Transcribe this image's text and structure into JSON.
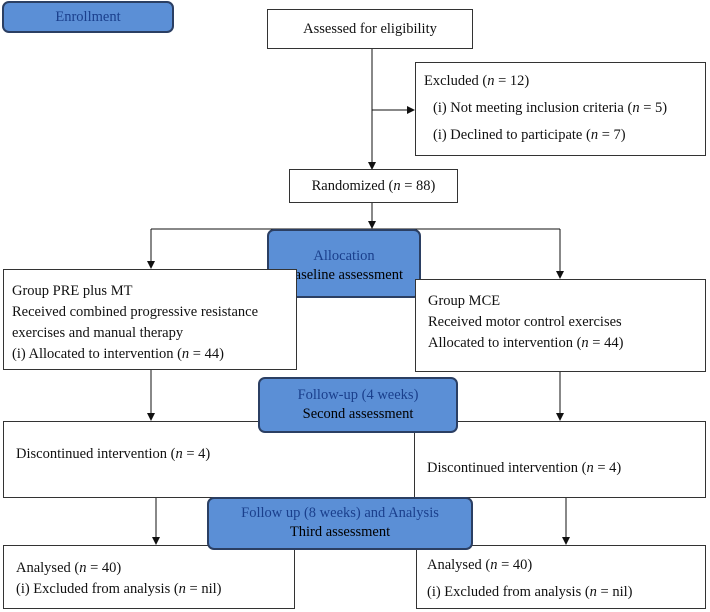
{
  "enrollment": {
    "label": "Enrollment"
  },
  "assessed": {
    "text": "Assessed for eligibility"
  },
  "excluded": {
    "title": "Excluded (",
    "title_n": "n",
    "title_tail": " = 12)",
    "items": [
      {
        "text": "(i) Not meeting inclusion criteria (",
        "n": "n",
        "tail": " = 5)"
      },
      {
        "text": "(i) Declined to participate (",
        "n": "n",
        "tail": " = 7)"
      }
    ]
  },
  "randomized": {
    "text": "Randomized (",
    "n": "n",
    "tail": " = 88)"
  },
  "allocation": {
    "title": "Allocation",
    "subtitle": "Baseline assessment"
  },
  "group_left": {
    "lines": [
      "Group PRE plus MT",
      "Received combined progressive resistance",
      "exercises and manual therapy"
    ],
    "alloc": "(i) Allocated to intervention (",
    "n": "n",
    "tail": " = 44)"
  },
  "group_right": {
    "lines": [
      "Group MCE",
      "Received motor control exercises"
    ],
    "alloc": "Allocated to intervention (",
    "n": "n",
    "tail": " = 44)"
  },
  "followup1": {
    "title": "Follow-up (4 weeks)",
    "subtitle": "Second assessment"
  },
  "discontinued_left": {
    "text": "Discontinued intervention (",
    "n": "n",
    "tail": " = 4)"
  },
  "discontinued_right": {
    "text": "Discontinued intervention (",
    "n": "n",
    "tail": " = 4)"
  },
  "followup2": {
    "title": "Follow up (8 weeks) and Analysis",
    "subtitle": "Third assessment"
  },
  "analysed_left": {
    "text": "Analysed (",
    "n": "n",
    "tail": " = 40)",
    "sub": "(i) Excluded from analysis (",
    "sub_n": "n",
    "sub_tail": " = nil)"
  },
  "analysed_right": {
    "text": "Analysed (",
    "n": "n",
    "tail": " = 40)",
    "sub": "(i) Excluded from analysis (",
    "sub_n": "n",
    "sub_tail": " = nil)"
  }
}
